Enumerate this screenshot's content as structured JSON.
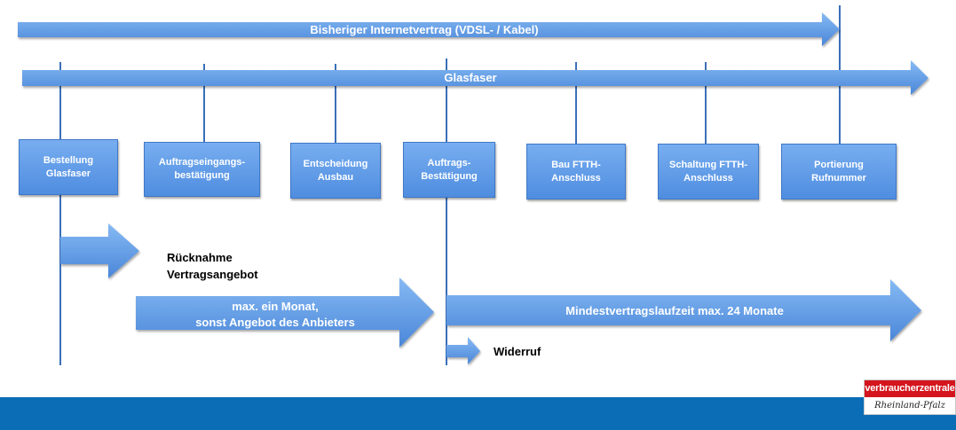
{
  "arrows": {
    "contract_old": "Bisheriger Internetvertrag (VDSL- / Kabel)",
    "fiber": "Glasfaser",
    "month_line1": "max. ein Monat,",
    "month_line2": "sonst Angebot des Anbieters",
    "minimum_term": "Mindestvertragslaufzeit max. 24 Monate"
  },
  "steps": [
    {
      "line1": "Bestellung",
      "line2": "Glasfaser"
    },
    {
      "line1": "Auftragseingangs-",
      "line2": "bestätigung"
    },
    {
      "line1": "Entscheidung",
      "line2": "Ausbau"
    },
    {
      "line1": "Auftrags-",
      "line2": "Bestätigung"
    },
    {
      "line1": "Bau FTTH-",
      "line2": "Anschluss"
    },
    {
      "line1": "Schaltung FTTH-",
      "line2": "Anschluss"
    },
    {
      "line1": "Portierung",
      "line2": "Rufnummer"
    }
  ],
  "labels": {
    "withdrawal_line1": "Rücknahme",
    "withdrawal_line2": "Vertragsangebot",
    "revocation": "Widerruf"
  },
  "logo": {
    "top": "verbraucherzentrale",
    "bottom": "Rheinland-Pfalz"
  },
  "colors": {
    "arrow_light": "#7eb4f2",
    "arrow_dark": "#4a86d8",
    "line": "#3a6fb8",
    "footer": "#0a6db6",
    "logo_red": "#d4151d"
  }
}
